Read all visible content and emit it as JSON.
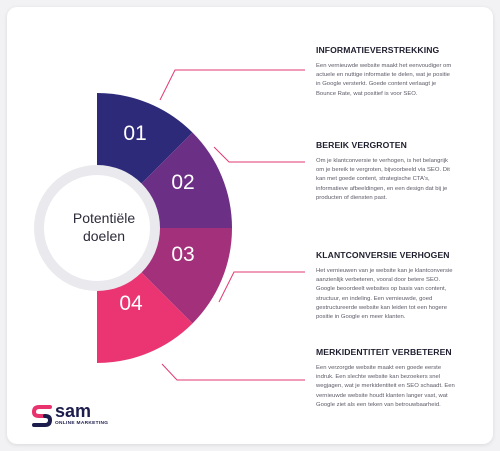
{
  "center": {
    "line1": "Potentiële",
    "line2": "doelen"
  },
  "segments": [
    {
      "number": "01",
      "color": "#2e2a7a"
    },
    {
      "number": "02",
      "color": "#6b2f86"
    },
    {
      "number": "03",
      "color": "#a3307a"
    },
    {
      "number": "04",
      "color": "#ea3572"
    }
  ],
  "blocks": [
    {
      "title": "INFORMATIEVERSTREKKING",
      "lines": [
        "Een vernieuwde website maakt het eenvoudiger om",
        "actuele en nuttige informatie te delen, wat je positie",
        "in Google versterkt. Goede content verlaagt je",
        "Bounce Rate, wat positief is voor SEO."
      ]
    },
    {
      "title": "BEREIK VERGROTEN",
      "lines": [
        "Om je klantconversie te verhogen, is het belangrijk",
        "om je bereik te vergroten, bijvoorbeeld via SEO. Dit",
        "kan met goede content, strategische CTA's,",
        "informatieve afbeeldingen, en een design dat bij je",
        "producten of diensten past."
      ]
    },
    {
      "title": "KLANTCONVERSIE VERHOGEN",
      "lines": [
        "Het vernieuwen van je website kan je klantconversie",
        "aanzienlijk verbeteren, vooral door betere SEO.",
        "Google beoordeelt websites op basis van content,",
        "structuur, en indeling. Een vernieuwde, goed",
        "gestructureerde website kan leiden tot een hogere",
        "positie in Google en meer klanten."
      ]
    },
    {
      "title": "MERKIDENTITEIT VERBETEREN",
      "lines": [
        "Een verzorgde website maakt een goede eerste",
        "indruk. Een slechte website kan bezoekers snel",
        "wegjagen, wat je merkidentiteit en SEO schaadt. Een",
        "vernieuwde website houdt klanten langer vast, wat",
        "Google ziet als een teken van betrouwbaarheid."
      ]
    }
  ],
  "logo": {
    "name": "sam",
    "tagline": "ONLINE MARKETING",
    "colors": [
      "#e8336f",
      "#1d1d4d"
    ]
  },
  "connector_color": "#e23a72"
}
